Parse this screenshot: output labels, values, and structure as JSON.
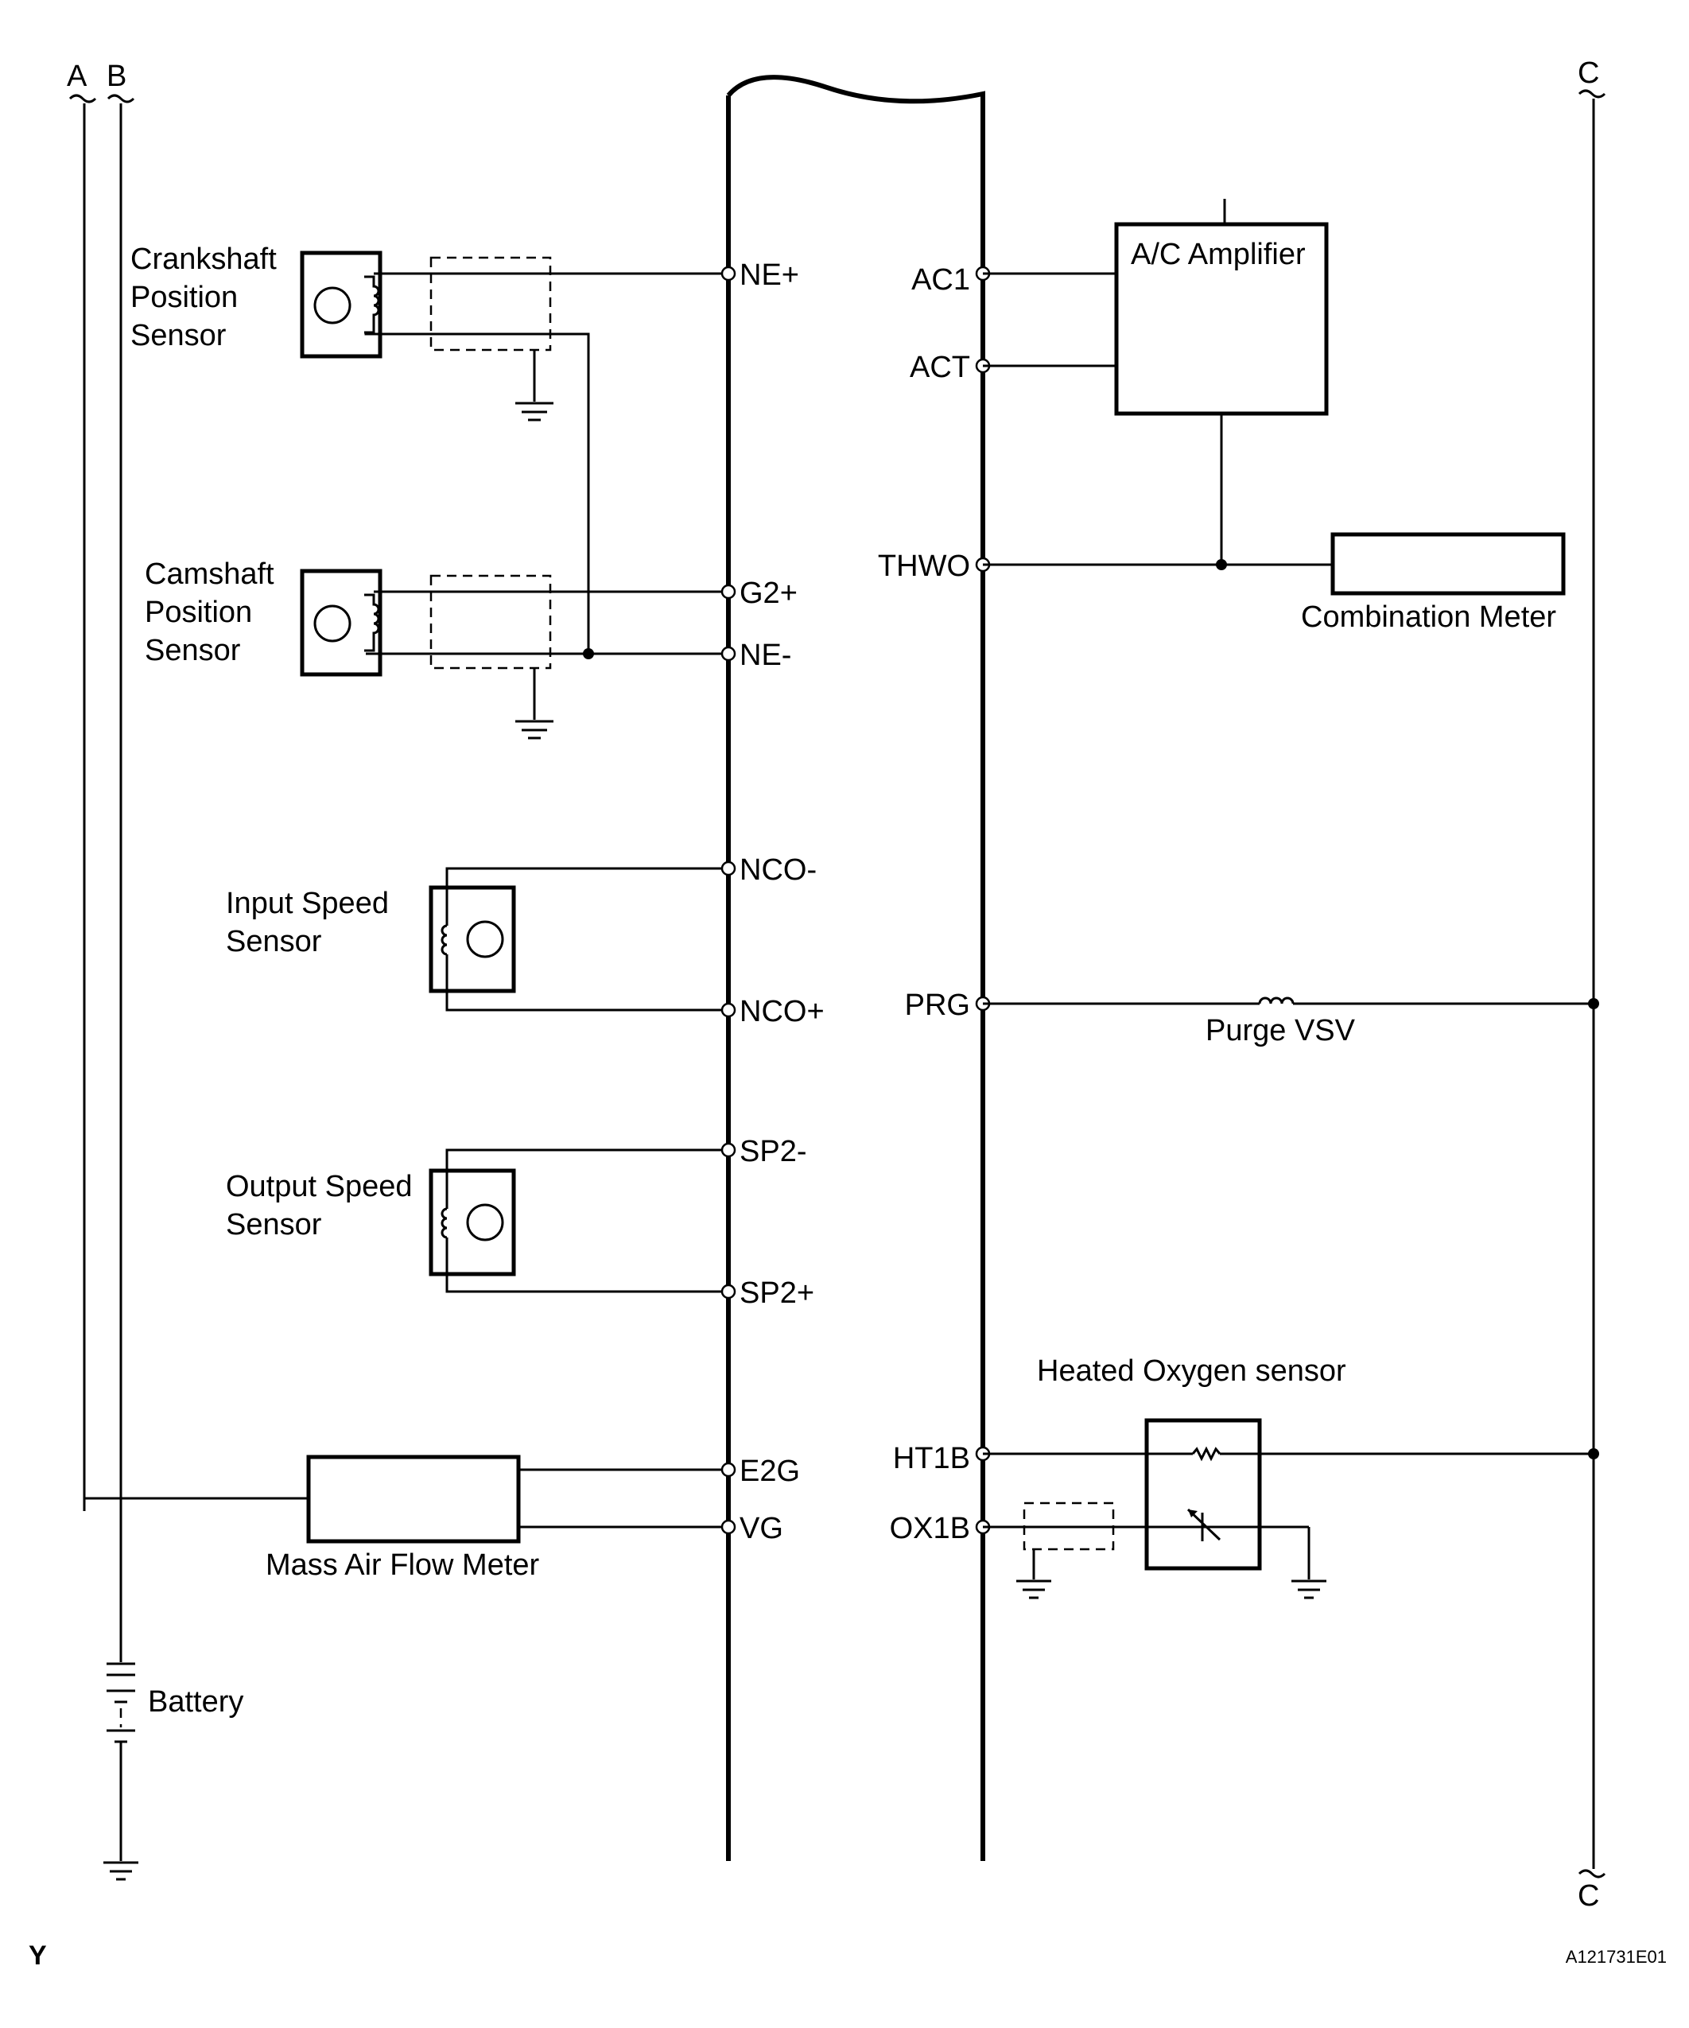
{
  "bus_labels": {
    "a": "A",
    "b": "B",
    "c_top": "C",
    "c_bottom": "C"
  },
  "left_components": {
    "crankshaft": [
      "Crankshaft",
      "Position",
      "Sensor"
    ],
    "camshaft": [
      "Camshaft",
      "Position",
      "Sensor"
    ],
    "input_speed": [
      "Input Speed",
      "Sensor"
    ],
    "output_speed": [
      "Output Speed",
      "Sensor"
    ],
    "maf": "Mass Air Flow Meter",
    "battery": "Battery"
  },
  "right_components": {
    "ac_amplifier": "A/C Amplifier",
    "combination_meter": "Combination Meter",
    "purge_vsv": "Purge VSV",
    "heated_oxygen": "Heated Oxygen sensor"
  },
  "left_pins": {
    "ne_plus": "NE+",
    "g2_plus": "G2+",
    "ne_minus": "NE-",
    "nco_minus": "NCO-",
    "nco_plus": "NCO+",
    "sp2_minus": "SP2-",
    "sp2_plus": "SP2+",
    "e2g": "E2G",
    "vg": "VG"
  },
  "right_pins": {
    "ac1": "AC1",
    "act": "ACT",
    "thwo": "THWO",
    "prg": "PRG",
    "ht1b": "HT1B",
    "ox1b": "OX1B"
  },
  "footer": {
    "left_mark": "Y",
    "figure_id": "A121731E01"
  }
}
